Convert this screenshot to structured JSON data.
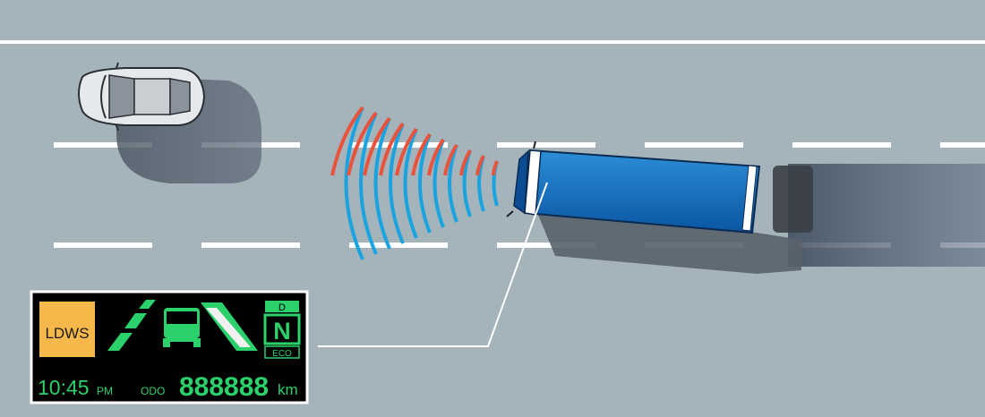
{
  "colors": {
    "road": "#a5b3bb",
    "lane_line": "#ffffff",
    "bus": "#0d68b8",
    "radar_red": "#e9533c",
    "radar_blue": "#1aa3df",
    "lcd_bg": "#000000",
    "lcd_green": "#2bd16a",
    "ldws_badge": "#f7b84b"
  },
  "display": {
    "ldws_label": "LDWS",
    "gear_top": "D",
    "gear_main": "N",
    "gear_bottom": "ECO",
    "time": "10:45",
    "time_suffix": "PM",
    "odo_label": "ODO",
    "odometer": "888888",
    "odometer_unit": "km"
  },
  "icons": {
    "car": "car-icon",
    "bus": "bus-icon",
    "radar": "radar-waves-icon",
    "lane_left": "lane-line-left-icon",
    "lane_right": "lane-line-right-icon",
    "bus_front": "bus-front-icon"
  }
}
